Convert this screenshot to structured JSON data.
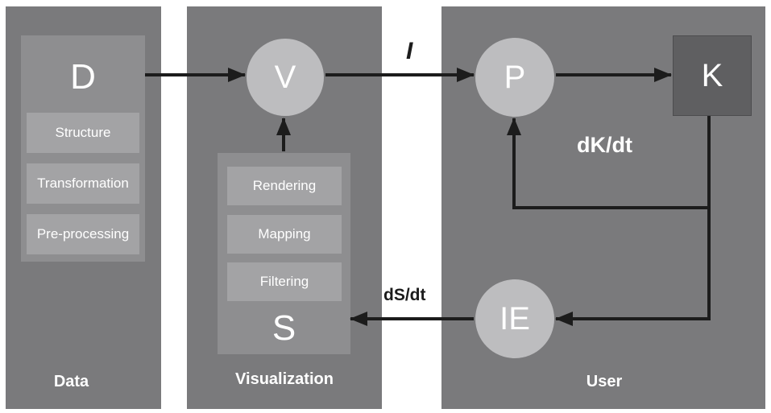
{
  "panels": {
    "data": {
      "label": "Data"
    },
    "visualization": {
      "label": "Visualization"
    },
    "user": {
      "label": "User"
    }
  },
  "nodes": {
    "data": "D",
    "visualization": "V",
    "spec": "S",
    "perception": "P",
    "knowledge": "K",
    "exploration": "IE"
  },
  "data_steps": [
    "Structure",
    "Transformation",
    "Pre-processing"
  ],
  "spec_steps": [
    "Rendering",
    "Mapping",
    "Filtering"
  ],
  "labels": {
    "image": "I",
    "dk_dt": "dK/dt",
    "ds_dt": "dS/dt"
  },
  "colors": {
    "panel": "#7a7a7c",
    "inner_panel": "#8e8e90",
    "step_box": "#a3a3a5",
    "circle": "#bdbdbf",
    "k_box": "#5f5f61",
    "arrow": "#1c1c1c"
  }
}
